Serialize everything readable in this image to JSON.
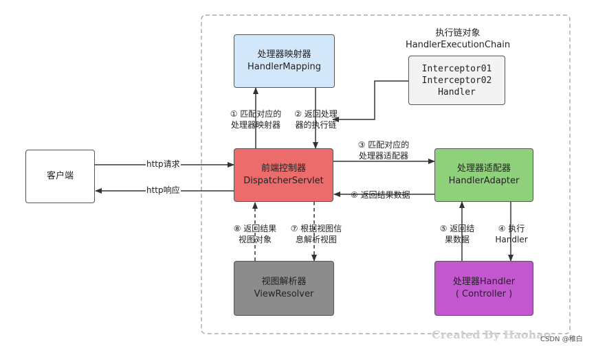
{
  "colors": {
    "mapping": "#d3e7fb",
    "chain": "#f3f3f3",
    "client": "#ffffff",
    "dispatcher": "#ec6b6b",
    "adapter": "#8fd07a",
    "resolver": "#8c8c8c",
    "handler": "#c257cf",
    "stroke": "#555555"
  },
  "boxes": {
    "mapping": {
      "line1": "处理器映射器",
      "line2": "HandlerMapping"
    },
    "chain_title": {
      "line1": "执行链对象",
      "line2": "HandlerExecutionChain"
    },
    "chain": {
      "line1": "Interceptor01",
      "line2": "Interceptor02",
      "line3": "Handler"
    },
    "client": {
      "line1": "客户端"
    },
    "dispatcher": {
      "line1": "前端控制器",
      "line2": "DispatcherServlet"
    },
    "adapter": {
      "line1": "处理器适配器",
      "line2": "HandlerAdapter"
    },
    "resolver": {
      "line1": "视图解析器",
      "line2": "ViewResolver"
    },
    "handler": {
      "line1": "处理器Handler",
      "line2": "( Controller )"
    }
  },
  "labels": {
    "step1": {
      "line1": "① 匹配对应的",
      "line2": "处理器映射器"
    },
    "step2": {
      "line1": "② 返回处理",
      "line2": "器的执行链"
    },
    "step3": {
      "line1": "③ 匹配对应的",
      "line2": "处理器适配器"
    },
    "step4": {
      "line1": "④ 执行",
      "line2": "Handler"
    },
    "step5": {
      "line1": "⑤ 返回结",
      "line2": "果数据"
    },
    "step6": {
      "line1": "⑥ 返回结果数据"
    },
    "step7": {
      "line1": "⑦ 根据视图信",
      "line2": "息解析视图"
    },
    "step8": {
      "line1": "⑧ 返回结果",
      "line2": "视图对象"
    },
    "http_request": "http请求",
    "http_response": "http响应"
  },
  "watermark": {
    "text1": "Created By Haohao",
    "text2": "CSDN @稚白"
  }
}
